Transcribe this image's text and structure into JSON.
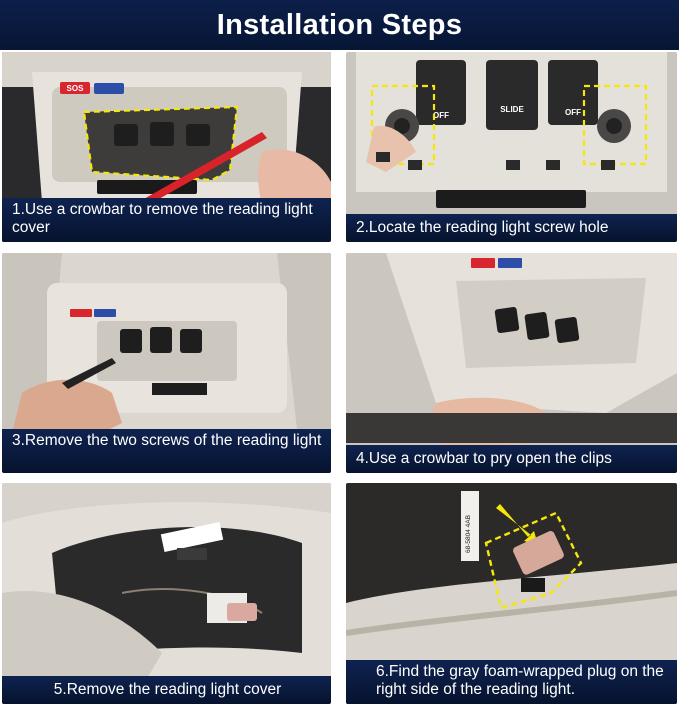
{
  "header": {
    "title": "Installation Steps"
  },
  "steps": [
    {
      "caption": "1.Use a crowbar to remove the reading light cover"
    },
    {
      "caption": "2.Locate the reading light screw hole"
    },
    {
      "caption": "3.Remove the two screws of the reading light"
    },
    {
      "caption": "4.Use a crowbar to pry open the clips"
    },
    {
      "caption": "5.Remove the reading light cover"
    },
    {
      "caption": "6.Find the gray foam-wrapped plug on the right side of the reading light."
    }
  ],
  "labels": {
    "sos": "SOS",
    "off": "OFF",
    "slide": "SLIDE",
    "part_number": "68-5804 4AB"
  },
  "colors": {
    "header_bg": "#0c1f4a",
    "caption_bg": "#0f2350",
    "highlight": "#f5e70c",
    "crowbar": "#d8232a",
    "sos_red": "#d7262e"
  }
}
